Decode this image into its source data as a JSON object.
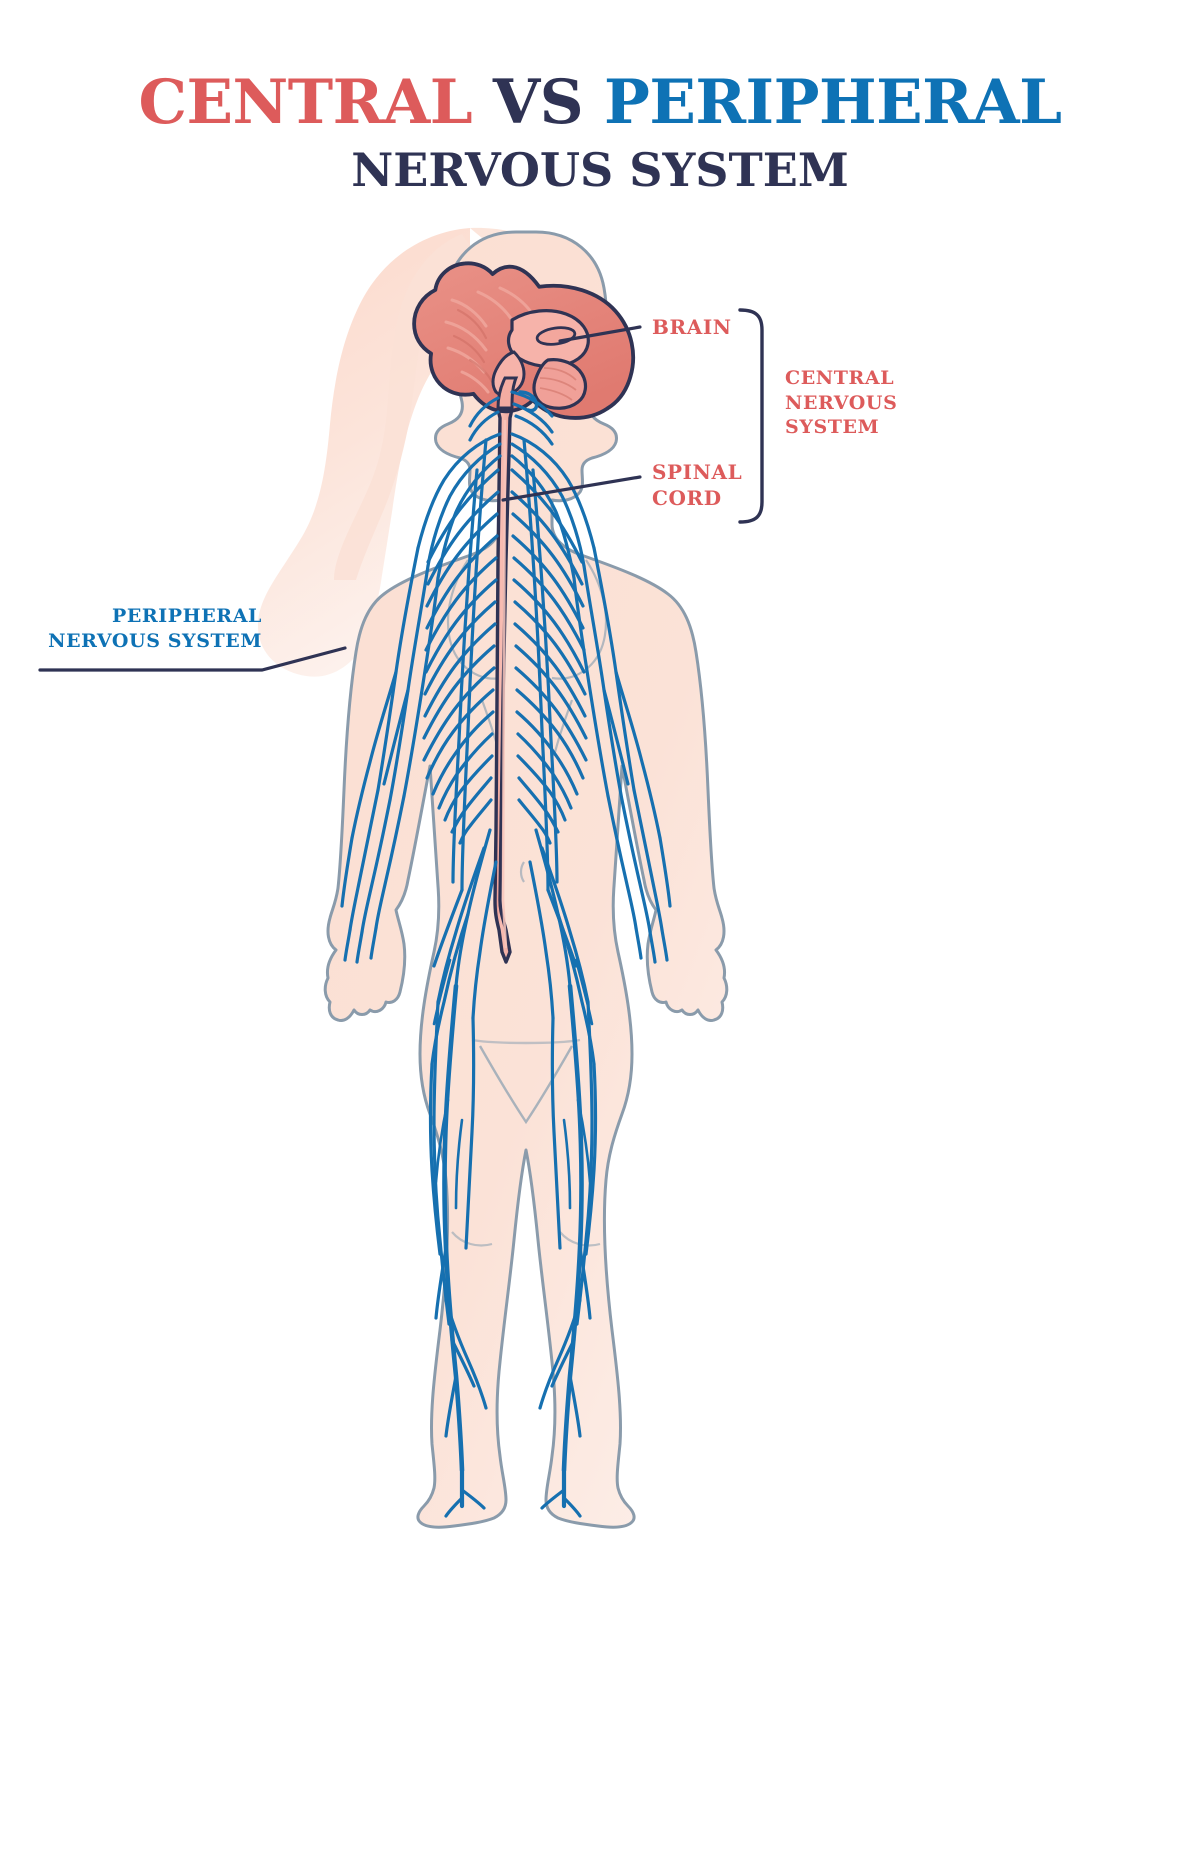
{
  "title": {
    "line1_part1": "CENTRAL",
    "line1_part2": "VS",
    "line1_part3": "PERIPHERAL",
    "line2": "NERVOUS SYSTEM"
  },
  "labels": {
    "brain": "BRAIN",
    "spinal_cord_line1": "SPINAL",
    "spinal_cord_line2": "CORD",
    "cns_line1": "CENTRAL",
    "cns_line2": "NERVOUS",
    "cns_line3": "SYSTEM",
    "pns_line1": "PERIPHERAL",
    "pns_line2": "NERVOUS SYSTEM"
  },
  "colors": {
    "red": "#dd5b5b",
    "blue": "#0e72b5",
    "navy": "#2f3354",
    "nerve_blue": "#1670b0",
    "skin_fill": "#fbe0d4",
    "skin_outline": "#8a9bab",
    "brain_fill": "#e8897f",
    "spinal_fill": "#f6b3aa",
    "hair_fill": "#fbe3da",
    "background": "#ffffff"
  },
  "figure": {
    "subject": "female-body-front-view",
    "parts": [
      "hair",
      "head",
      "torso",
      "arms",
      "hands",
      "legs",
      "feet",
      "brain",
      "spinal-cord",
      "peripheral-nerves"
    ]
  }
}
